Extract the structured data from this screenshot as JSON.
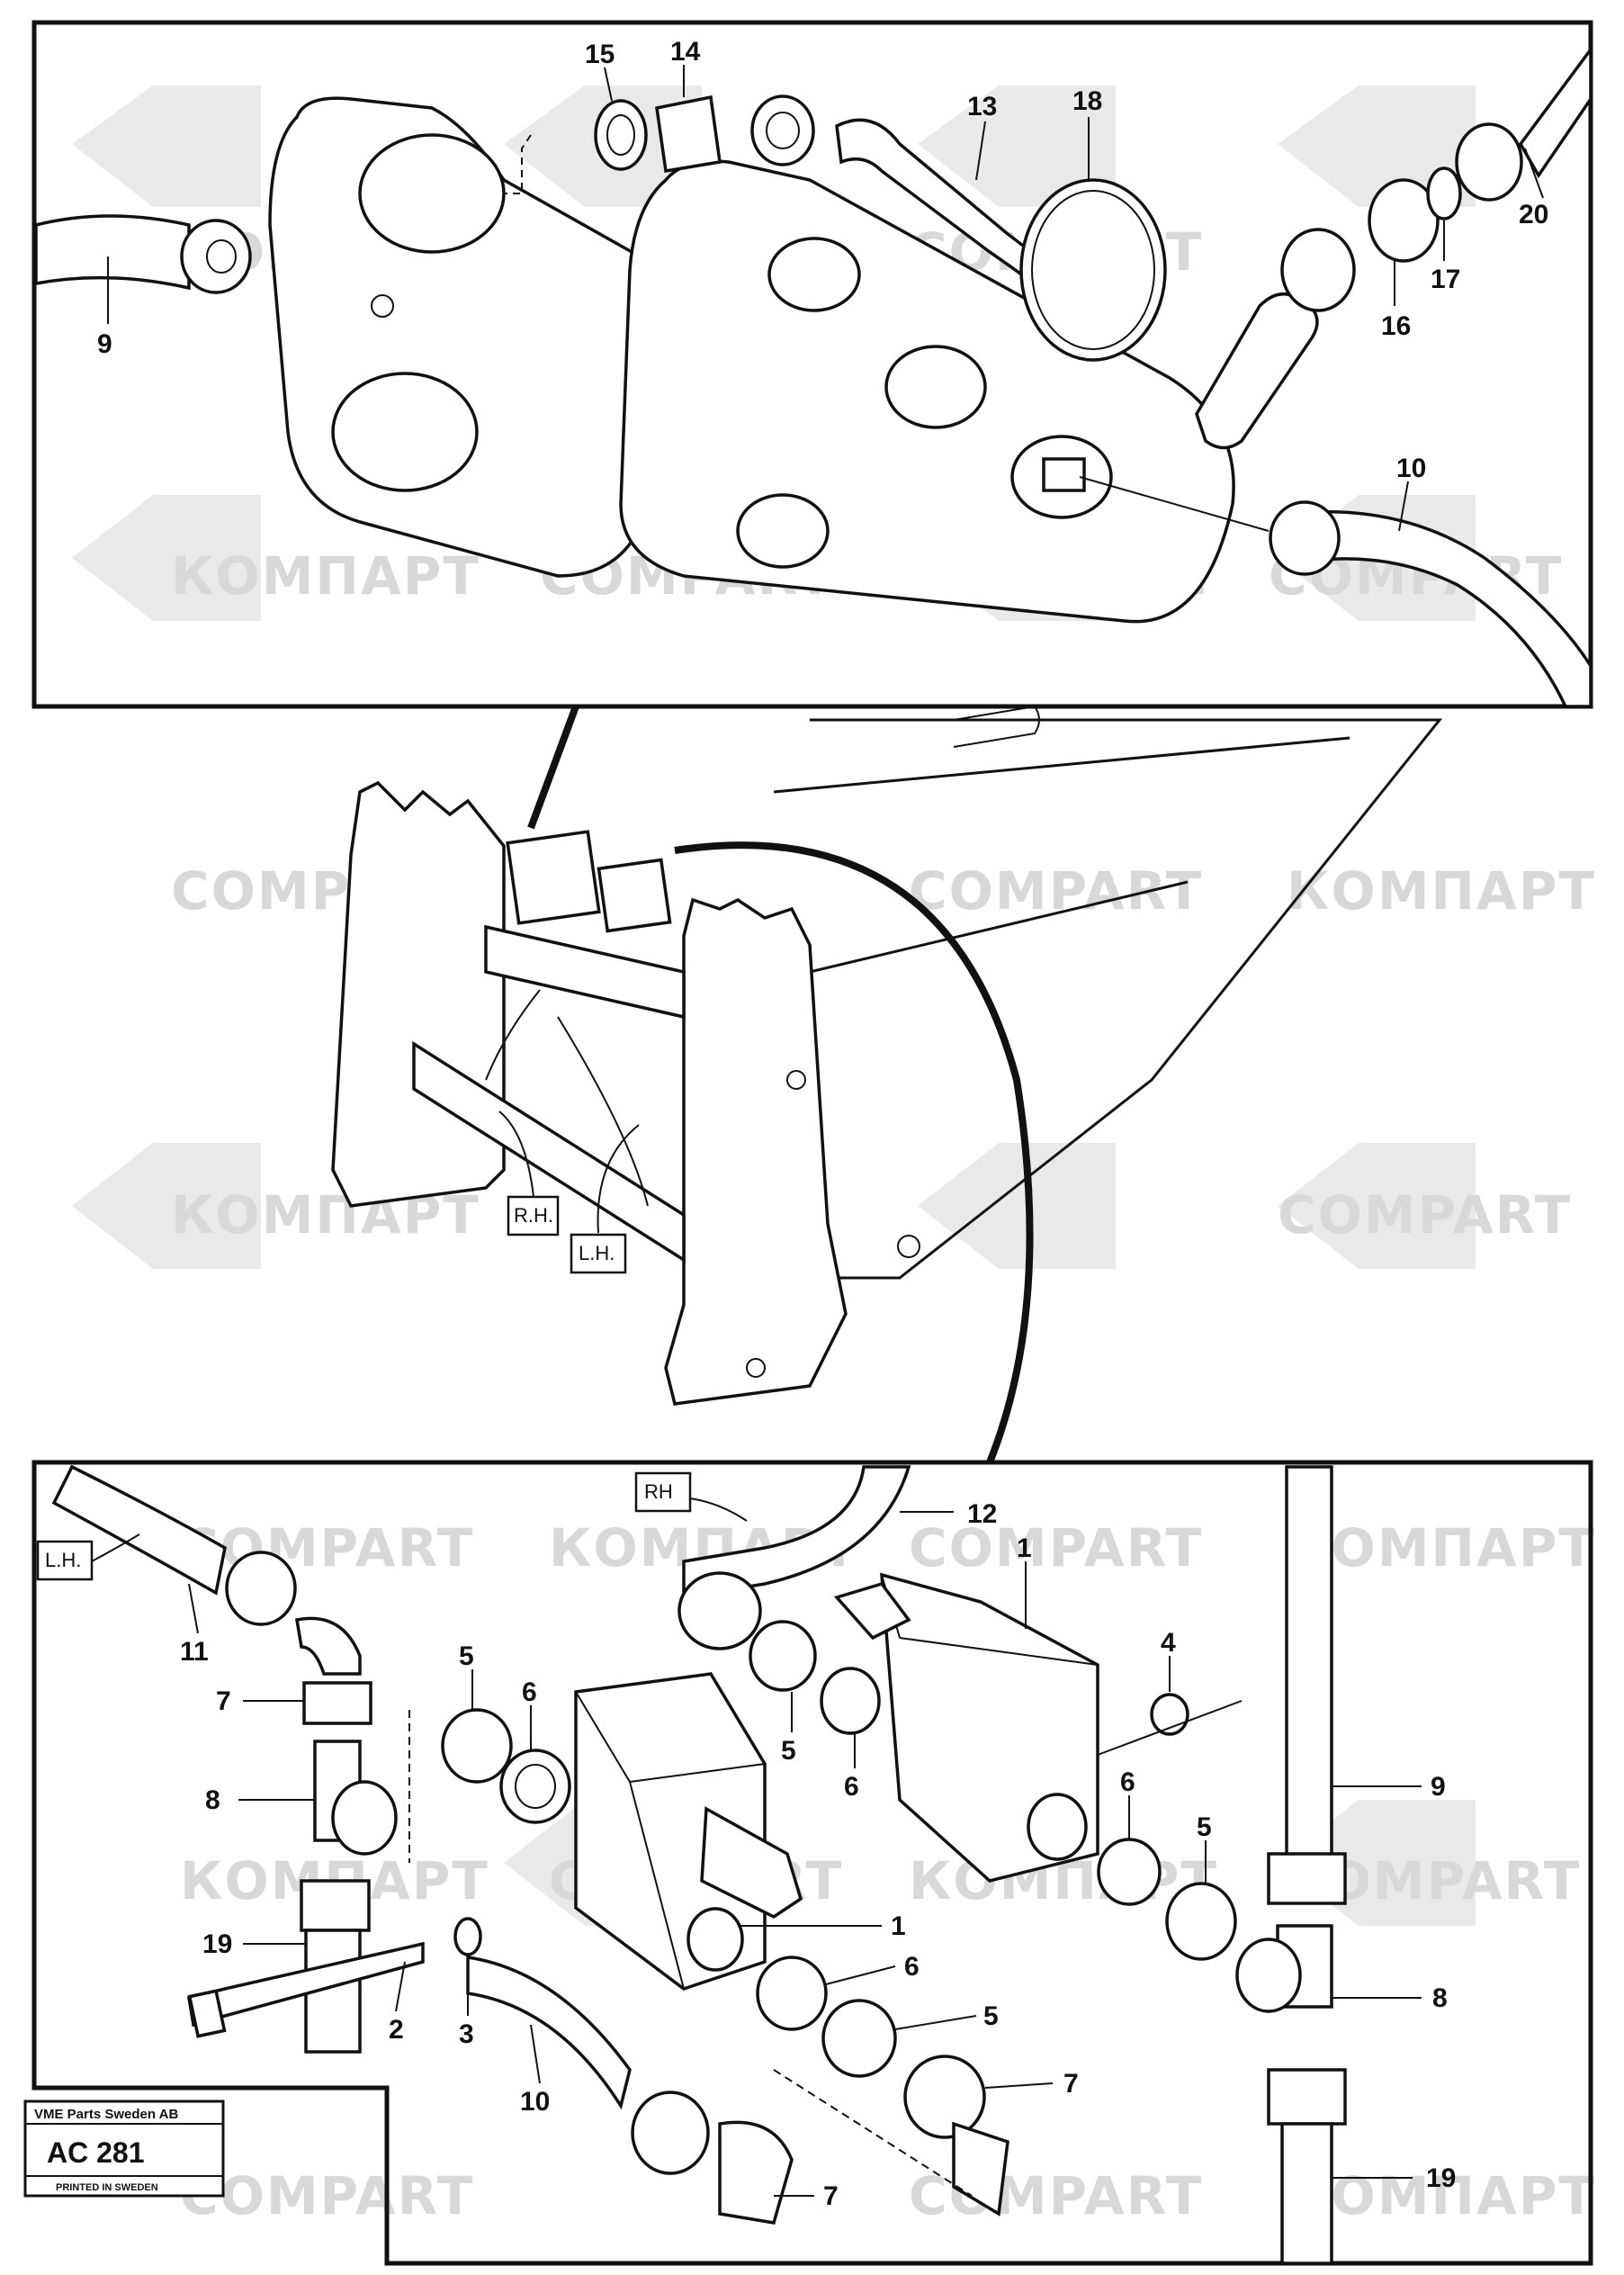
{
  "diagram": {
    "top_callouts": [
      {
        "n": "15"
      },
      {
        "n": "14"
      },
      {
        "n": "13"
      },
      {
        "n": "18"
      },
      {
        "n": "20"
      },
      {
        "n": "9"
      },
      {
        "n": "17"
      },
      {
        "n": "16"
      },
      {
        "n": "10"
      }
    ],
    "bottom_callouts": [
      {
        "n": "12"
      },
      {
        "n": "1"
      },
      {
        "n": "11"
      },
      {
        "n": "5"
      },
      {
        "n": "4"
      },
      {
        "n": "7"
      },
      {
        "n": "6"
      },
      {
        "n": "5"
      },
      {
        "n": "8"
      },
      {
        "n": "6"
      },
      {
        "n": "9"
      },
      {
        "n": "6"
      },
      {
        "n": "5"
      },
      {
        "n": "19"
      },
      {
        "n": "1"
      },
      {
        "n": "2"
      },
      {
        "n": "6"
      },
      {
        "n": "8"
      },
      {
        "n": "3"
      },
      {
        "n": "5"
      },
      {
        "n": "10"
      },
      {
        "n": "7"
      },
      {
        "n": "7"
      },
      {
        "n": "19"
      }
    ],
    "side_tags": {
      "rh_mid": "R.H.",
      "lh_mid": "L.H.",
      "rh_bottom": "RH",
      "lh_bottom": "L.H."
    },
    "watermarks": {
      "latin": "COMPART",
      "cyrillic": "КОМПАРТ"
    },
    "title_box": {
      "company": "VME Parts Sweden AB",
      "code": "AC 281",
      "printed": "PRINTED IN SWEDEN"
    }
  }
}
